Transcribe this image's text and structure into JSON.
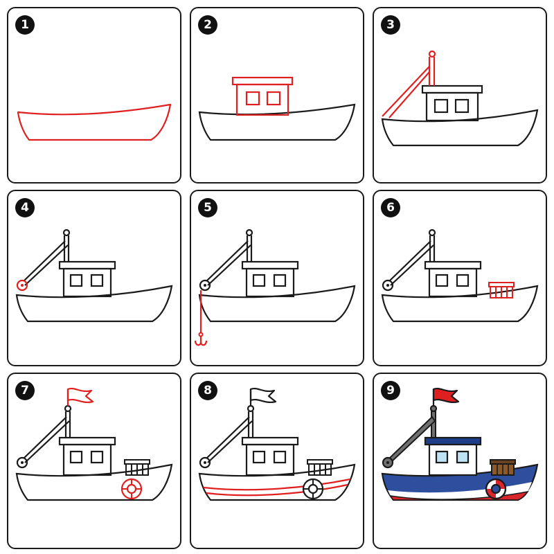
{
  "steps": [
    {
      "number": "1"
    },
    {
      "number": "2"
    },
    {
      "number": "3"
    },
    {
      "number": "4"
    },
    {
      "number": "5"
    },
    {
      "number": "6"
    },
    {
      "number": "7"
    },
    {
      "number": "8"
    },
    {
      "number": "9"
    }
  ],
  "colors": {
    "outline": "#1a1a1a",
    "new_stroke": "#e02020",
    "hull_blue": "#2e4f9e",
    "hull_red": "#d9262c",
    "cabin_blue": "#1f3f8a",
    "window_blue": "#bfe3f5",
    "crate_brown": "#8b5a2b",
    "crane_gray": "#707070",
    "flag_red": "#e02020"
  }
}
